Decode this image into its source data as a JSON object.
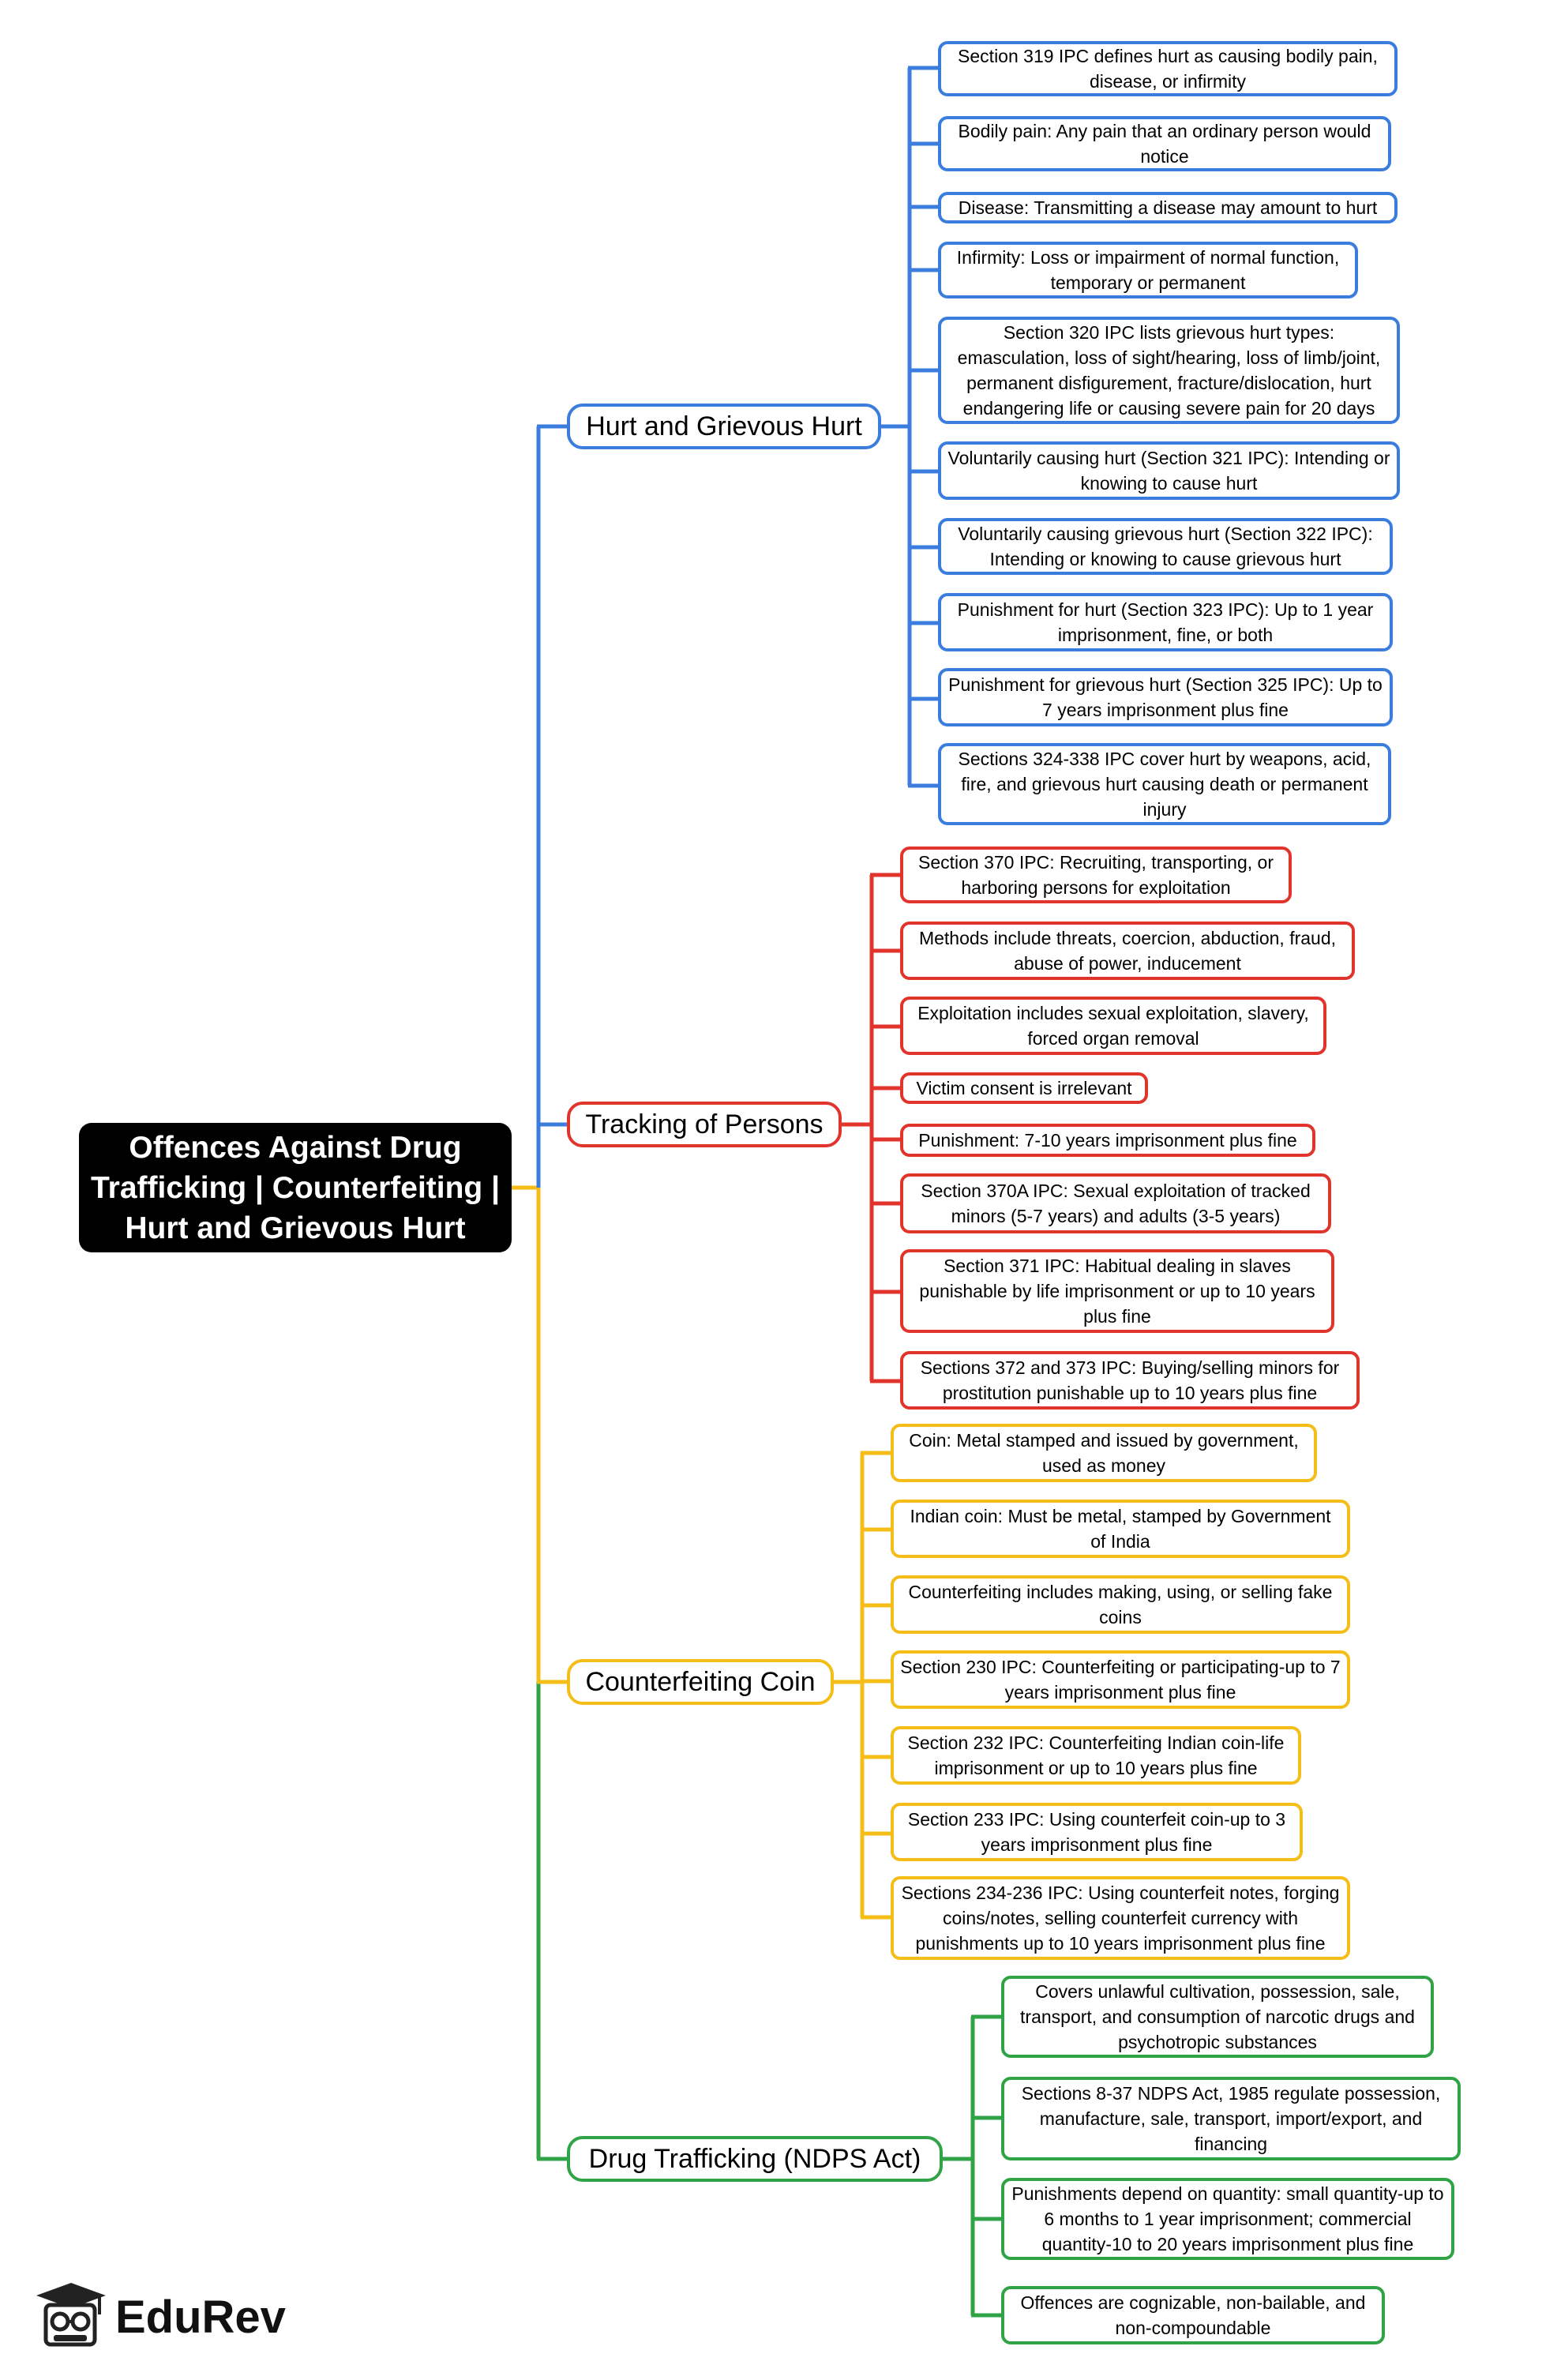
{
  "root": {
    "title_line1": "Offences Against Drug",
    "title_line2": "Trafficking | Counterfeiting |",
    "title_line3": "Hurt and Grievous Hurt"
  },
  "branches": [
    {
      "label": "Hurt and Grievous Hurt",
      "color": "#3b7ddd",
      "items": [
        "Section 319 IPC defines hurt as causing bodily pain, disease, or infirmity",
        "Bodily pain: Any pain that an ordinary person would notice",
        "Disease: Transmitting a disease may amount to hurt",
        "Infirmity: Loss or impairment of normal function, temporary or permanent",
        "Section 320 IPC lists grievous hurt types: emasculation, loss of sight/hearing, loss of limb/joint, permanent disfigurement, fracture/dislocation, hurt endangering life or causing severe pain for 20 days",
        "Voluntarily causing hurt (Section 321 IPC): Intending or knowing to cause hurt",
        "Voluntarily causing grievous hurt (Section 322 IPC): Intending or knowing to cause grievous hurt",
        "Punishment for hurt (Section 323 IPC): Up to 1 year imprisonment, fine, or both",
        "Punishment for grievous hurt (Section 325 IPC): Up to 7 years imprisonment plus fine",
        "Sections 324-338 IPC cover hurt by weapons, acid, fire, and grievous hurt causing death or permanent injury"
      ]
    },
    {
      "label": "Tracking of Persons",
      "color": "#e0342c",
      "items": [
        "Section 370 IPC: Recruiting, transporting, or harboring persons for exploitation",
        "Methods include threats, coercion, abduction, fraud, abuse of power, inducement",
        "Exploitation includes sexual exploitation, slavery, forced organ removal",
        "Victim consent is irrelevant",
        "Punishment: 7-10 years imprisonment plus fine",
        "Section 370A IPC: Sexual exploitation of tracked minors (5-7 years) and adults (3-5 years)",
        "Section 371 IPC: Habitual dealing in slaves punishable by life imprisonment or up to 10 years plus fine",
        "Sections 372 and 373 IPC: Buying/selling minors for prostitution punishable up to 10 years plus fine"
      ]
    },
    {
      "label": "Counterfeiting Coin",
      "color": "#f4bd17",
      "items": [
        "Coin: Metal stamped and issued by government, used as money",
        "Indian coin: Must be metal, stamped by Government of India",
        "Counterfeiting includes making, using, or selling fake coins",
        "Section 230 IPC: Counterfeiting or participating-up to 7 years imprisonment plus fine",
        "Section 232 IPC: Counterfeiting Indian coin-life imprisonment or up to 10 years plus fine",
        "Section 233 IPC: Using counterfeit coin-up to 3 years imprisonment plus fine",
        "Sections 234-236 IPC: Using counterfeit notes, forging coins/notes, selling counterfeit currency with punishments up to 10 years imprisonment plus fine"
      ]
    },
    {
      "label": "Drug Trafficking (NDPS Act)",
      "color": "#30a346",
      "items": [
        "Covers unlawful cultivation, possession, sale, transport, and consumption of narcotic drugs and psychotropic substances",
        "Sections 8-37 NDPS Act, 1985 regulate possession, manufacture, sale, transport, import/export, and financing",
        "Punishments depend on quantity: small quantity-up to 6 months to 1 year imprisonment; commercial quantity-10 to 20 years imprisonment plus fine",
        "Offences are cognizable, non-bailable, and non-compoundable"
      ]
    }
  ],
  "logo": {
    "text": "EduRev",
    "icon": "graduate-cap-icon"
  }
}
